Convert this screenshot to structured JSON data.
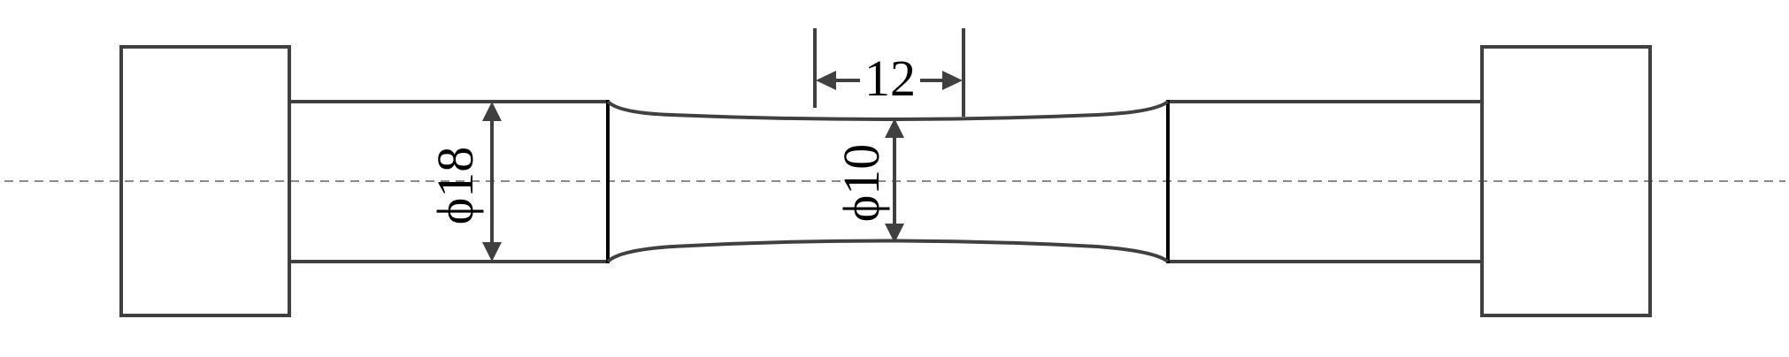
{
  "dimensions": {
    "gauge_length": "12",
    "shoulder_diameter": "ϕ18",
    "gauge_diameter": "ϕ10"
  },
  "colors": {
    "outline": "#404040",
    "centerline": "#8a8a8a",
    "text": "#000000"
  }
}
